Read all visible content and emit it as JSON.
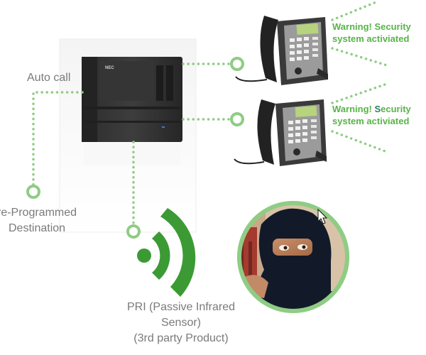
{
  "labels": {
    "auto_call": "Auto call",
    "destination_line1": "re-Programmed",
    "destination_line2": "Destination",
    "sensor_line1": "PRI (Passive Infrared",
    "sensor_line2": "Sensor)",
    "sensor_line3": "(3rd party Product)"
  },
  "warnings": [
    {
      "line1_prefix": "Warning! Security",
      "line1_cursor": "",
      "line1_suffix": "",
      "line2": "system activiated"
    },
    {
      "line1_prefix": "Warning! ",
      "line1_cursor": "S",
      "line1_suffix": "ecurity",
      "line2": "system activiated"
    }
  ],
  "device": {
    "brand": "NEC"
  },
  "colors": {
    "accent_green": "#57b447",
    "dotted_green": "#8fcc84",
    "label_gray": "#7a7a7a"
  },
  "icons": {
    "pbx": "pbx-unit-icon",
    "phone": "desk-phone-icon",
    "sensor": "wireless-signal-icon",
    "intruder": "intruder-photo-icon"
  }
}
